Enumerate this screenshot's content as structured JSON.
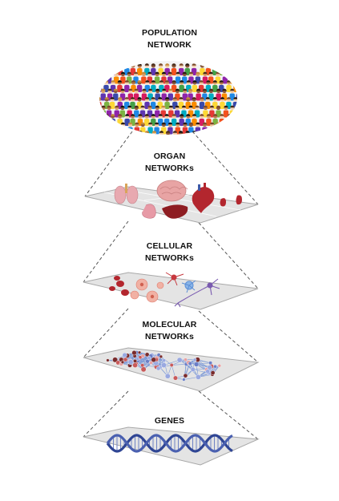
{
  "levels": [
    {
      "id": "population",
      "lines": [
        "POPULATION",
        "NETWORK"
      ]
    },
    {
      "id": "organ",
      "lines": [
        "ORGAN",
        "NETWORKs"
      ]
    },
    {
      "id": "cellular",
      "lines": [
        "CELLULAR",
        "NETWORKs"
      ]
    },
    {
      "id": "molecular",
      "lines": [
        "MOLECULAR",
        "NETWORKs"
      ]
    },
    {
      "id": "genes",
      "lines": [
        "GENES"
      ]
    }
  ],
  "colors": {
    "plane_fill": "#e4e4e4",
    "plane_stroke": "#a8a8a8",
    "dash": "#555555",
    "dna": "#3b4f9b",
    "organ_red": "#b3262e",
    "lung": "#e8a9b0",
    "brain": "#e8a4a4",
    "node_red": "#c85a5a",
    "node_blue": "#6b7fc7",
    "node_dark": "#7a2c2c"
  }
}
